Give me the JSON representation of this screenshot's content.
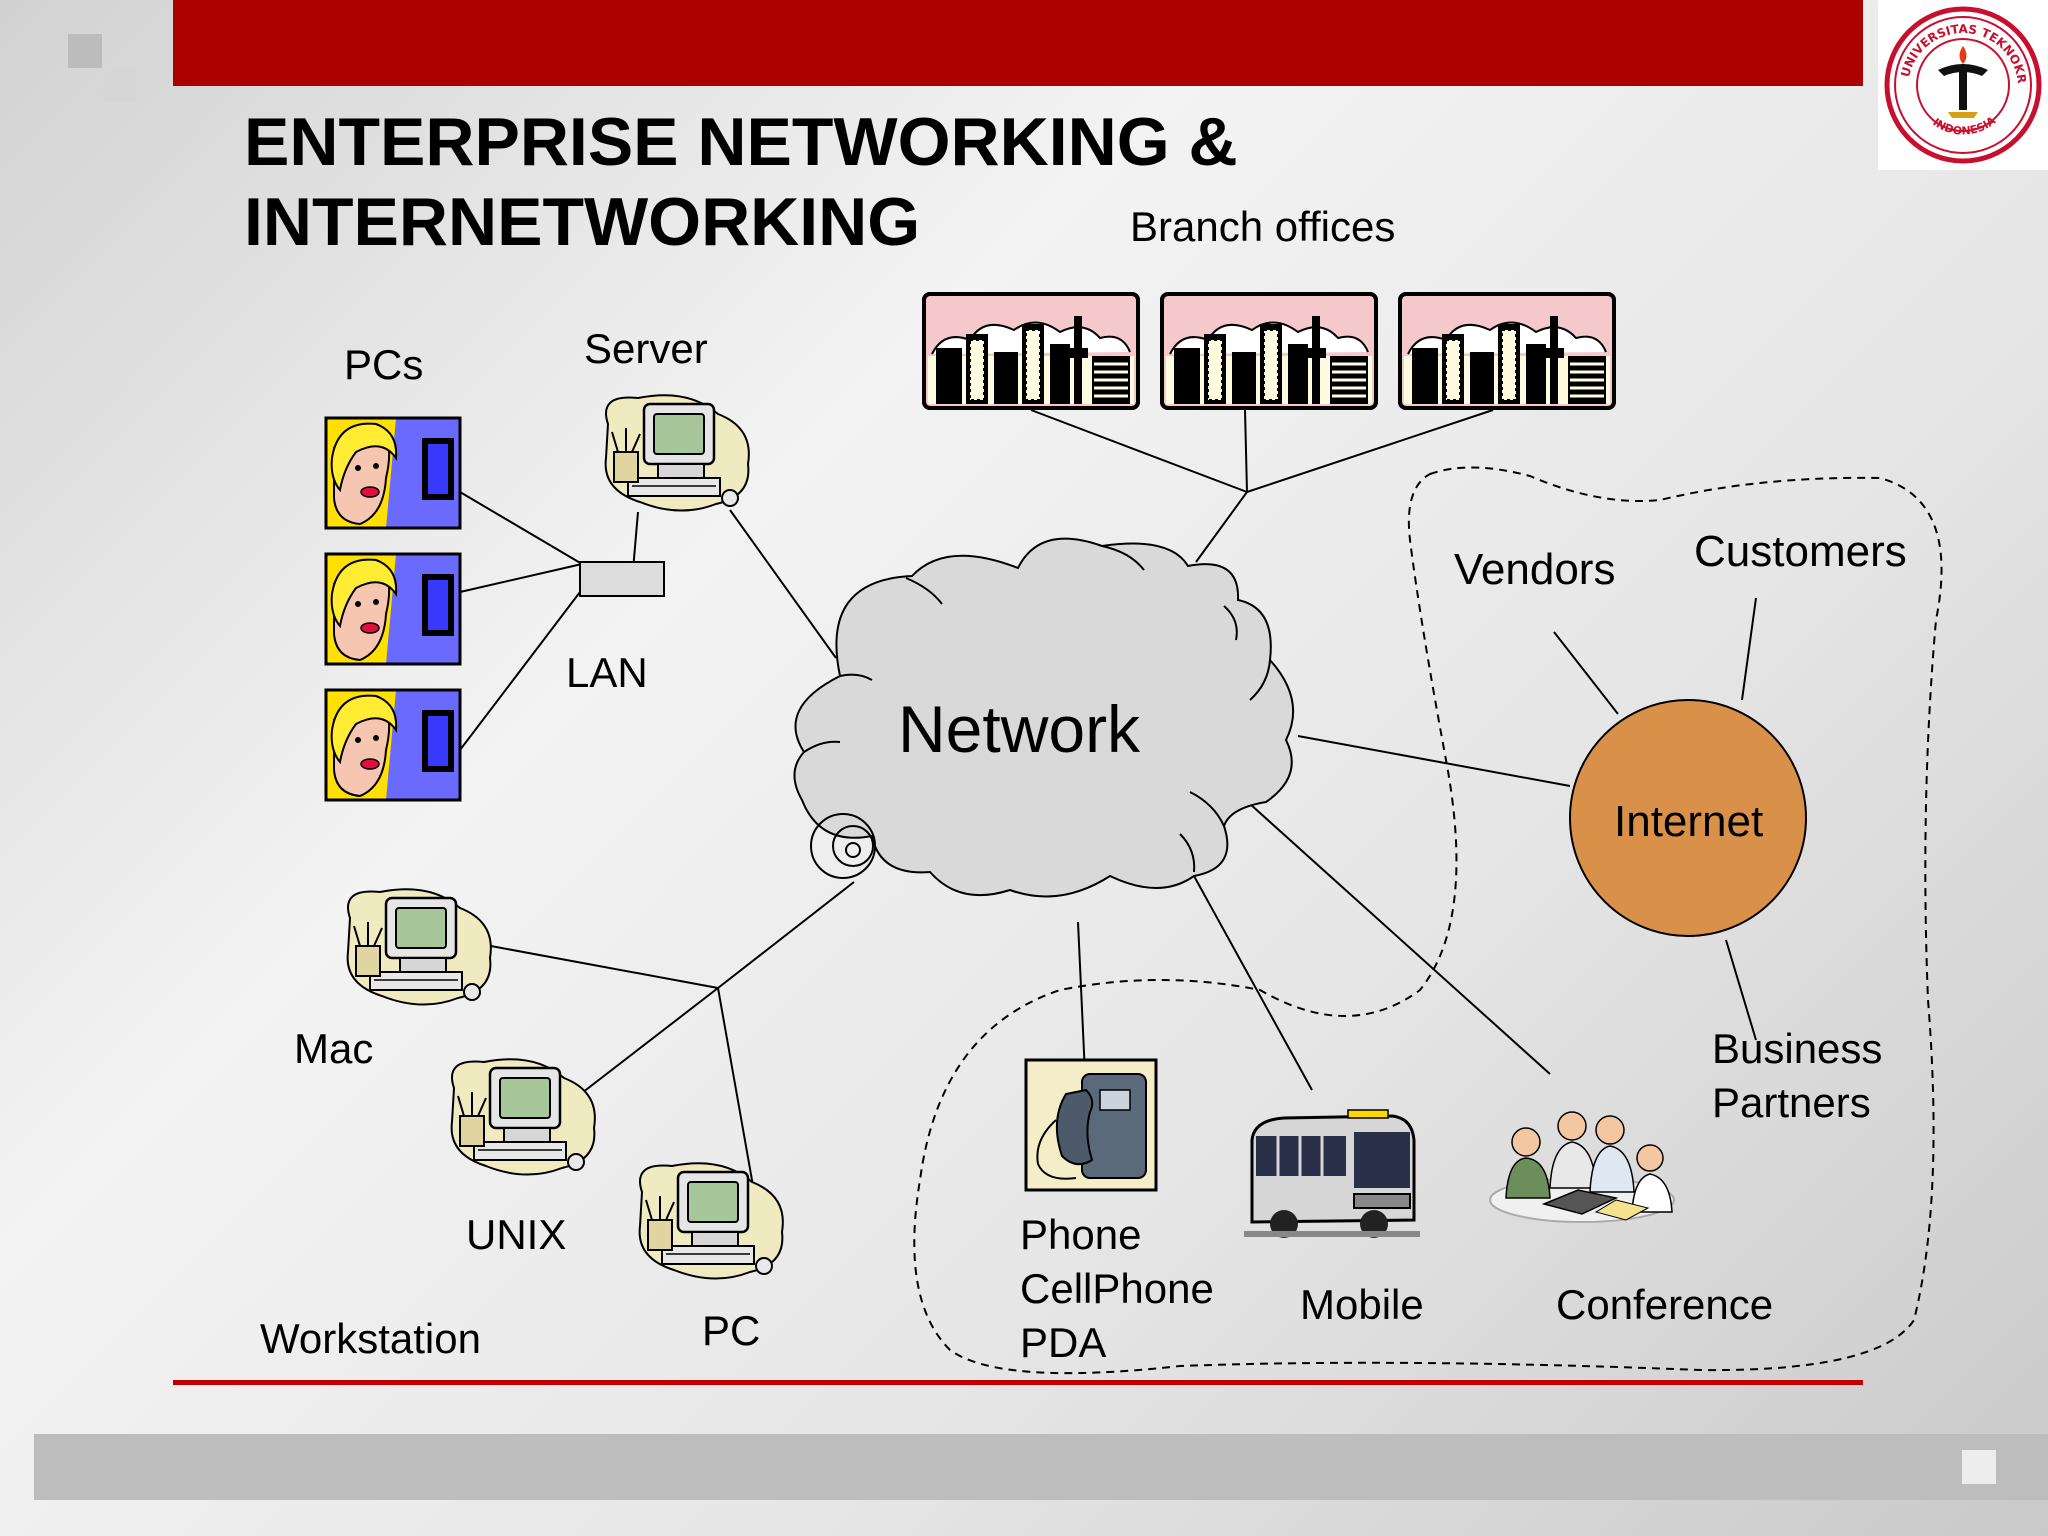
{
  "slide": {
    "title_line1": "ENTERPRISE NETWORKING &",
    "title_line2": "INTERNETWORKING",
    "accent_color": "#b00000",
    "logo_text": "UNIVERSITAS TEKNOKRAT INDONESIA"
  },
  "diagram": {
    "labels": {
      "branch_offices": "Branch offices",
      "pcs": "PCs",
      "server": "Server",
      "lan": "LAN",
      "network": "Network",
      "vendors": "Vendors",
      "customers": "Customers",
      "internet": "Internet",
      "business_partners_line1": "Business",
      "business_partners_line2": "Partners",
      "mac": "Mac",
      "unix": "UNIX",
      "workstation": "Workstation",
      "pc": "PC",
      "phone": "Phone",
      "cellphone": "CellPhone",
      "pda": "PDA",
      "mobile": "Mobile",
      "conference": "Conference"
    },
    "colors": {
      "cloud_fill": "#d9d9d9",
      "internet_fill": "#d9914a",
      "branch_sky": "#f5c8cc",
      "pc_face_bg": "#ffe000",
      "pc_screen_bg": "#6a6aff",
      "computer_blob": "#f0eac0",
      "monitor_screen": "#a7c79a"
    }
  }
}
